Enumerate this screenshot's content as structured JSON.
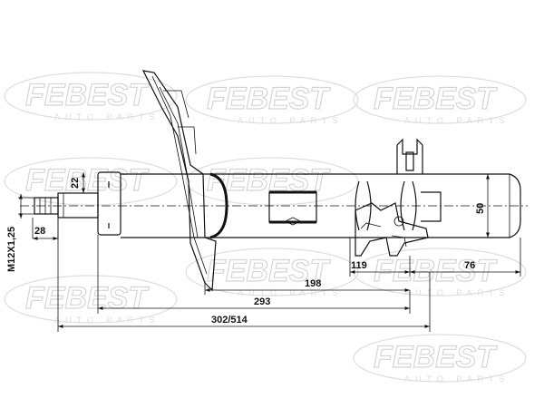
{
  "watermark": {
    "brand": "FEBEST",
    "sub": "AUTO PARTS"
  },
  "dimensions": {
    "thread": "M12X1,25",
    "d22": "22",
    "d28": "28",
    "d50": "50",
    "d119": "119",
    "d76": "76",
    "d198": "198",
    "d293": "293",
    "d302": "302/514"
  }
}
